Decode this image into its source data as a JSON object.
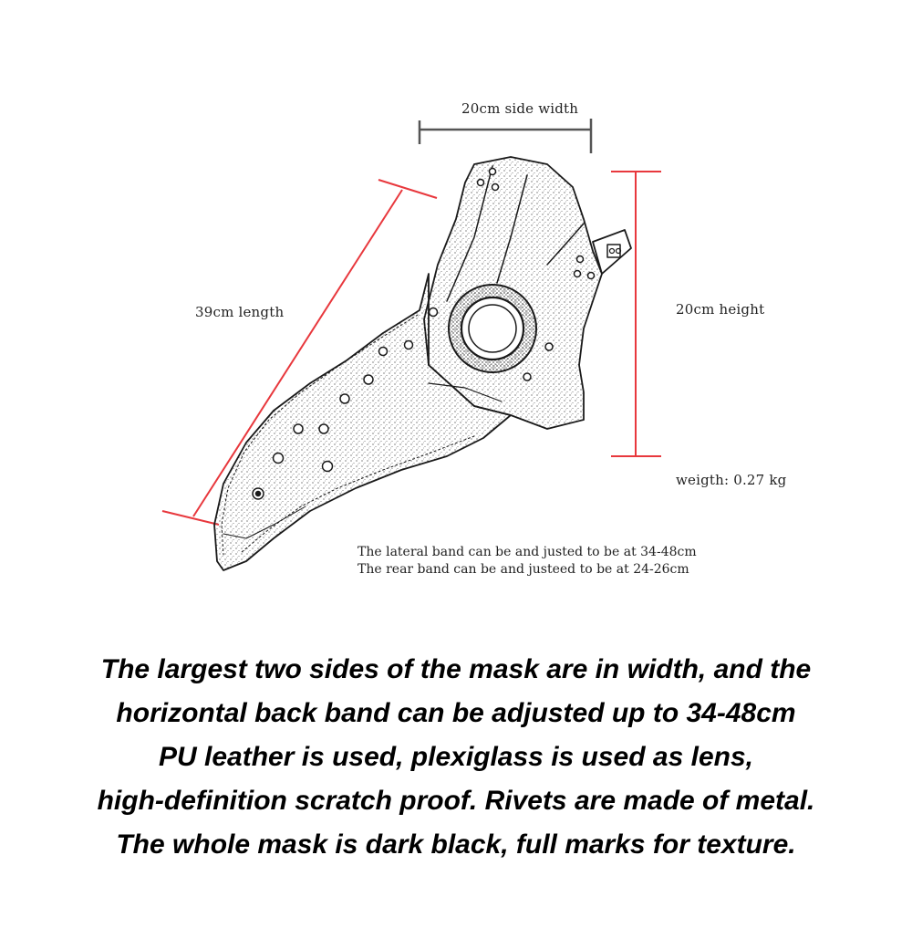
{
  "colors": {
    "accent_dimension": "#e8383d",
    "width_dimension": "#555555",
    "sketch_line": "#1a1a1a",
    "text": "#000000"
  },
  "dimensions": {
    "width_label": "20cm side width",
    "length_label": "39cm length",
    "height_label": "20cm height",
    "weight_label": "weigth:  0.27 kg"
  },
  "band_notes": [
    "The lateral band can be and justed to be at 34-48cm",
    "The rear band can be and justeed to be at 24-26cm"
  ],
  "description": [
    "The largest two sides of the mask are in width, and the",
    "horizontal back band can be adjusted up to 34-48cm",
    "PU leather is used, plexiglass is used as lens,",
    "high-definition scratch proof. Rivets are made of metal.",
    "The whole mask is dark black, full marks for texture."
  ]
}
